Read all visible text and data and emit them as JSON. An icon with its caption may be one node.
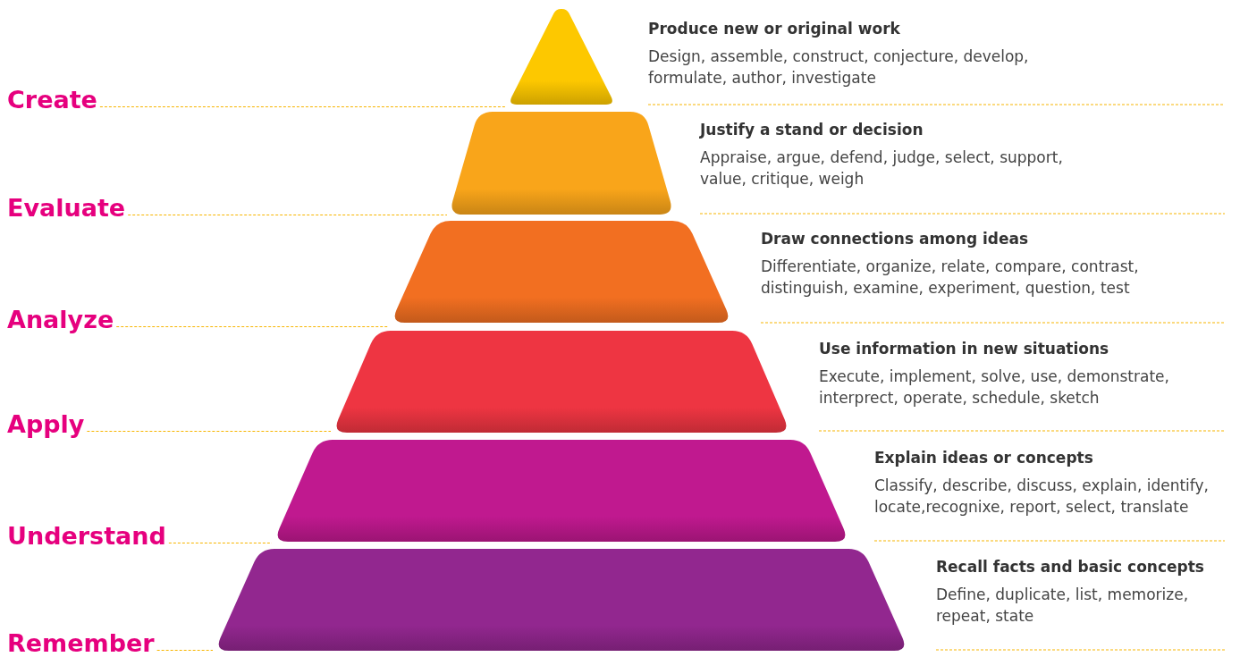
{
  "diagram": {
    "nodes": [
      {
        "text": [],
        "shape": "triangle",
        "beside": [
          "Produce new or original work",
          "Design, assemble, construct, conjecture, develop, formulate, author, investigate"
        ]
      },
      {
        "text": [],
        "shape": "trapezoid",
        "beside": [
          "Justify a stand or decision",
          "Appraise, argue, defend, judge, select, support, value, critique, weigh"
        ]
      },
      {
        "text": [],
        "shape": "trapezoid",
        "beside": [
          "Draw connections among ideas",
          "Differentiate, organize, relate, compare, contrast, distinguish, examine, experiment, question, test"
        ]
      },
      {
        "text": [],
        "shape": "trapezoid",
        "beside": [
          "Use information in new situations",
          "Execute, implement, solve, use, demonstrate, interprect, operate, schedule, sketch"
        ]
      },
      {
        "text": [],
        "shape": "trapezoid",
        "beside": [
          "Explain ideas or concepts",
          "Classify, describe, discuss, explain, identify, locate,recognixe, report, select, translate"
        ]
      },
      {
        "text": [],
        "shape": "trapezoid",
        "beside": [
          "Recall facts and basic concepts",
          "Define, duplicate, list, memorize, repeat, state"
        ]
      },
      {
        "text": [
          "Create"
        ]
      },
      {
        "text": [
          "Evaluate"
        ]
      },
      {
        "text": [
          "Analyze"
        ]
      },
      {
        "text": [
          "Apply"
        ]
      },
      {
        "text": [
          "Understand"
        ]
      },
      {
        "text": [
          "Remember"
        ]
      }
    ],
    "edges": [
      {
        "from": 6,
        "to": 0,
        "arrow": "none",
        "style": "dashed"
      },
      {
        "from": 7,
        "to": 1,
        "arrow": "none",
        "style": "dashed"
      },
      {
        "from": 8,
        "to": 2,
        "arrow": "none",
        "style": "dashed"
      },
      {
        "from": 9,
        "to": 3,
        "arrow": "none",
        "style": "dashed"
      },
      {
        "from": 10,
        "to": 4,
        "arrow": "none",
        "style": "dashed"
      },
      {
        "from": 11,
        "to": 5,
        "arrow": "none",
        "style": "dashed"
      }
    ]
  }
}
